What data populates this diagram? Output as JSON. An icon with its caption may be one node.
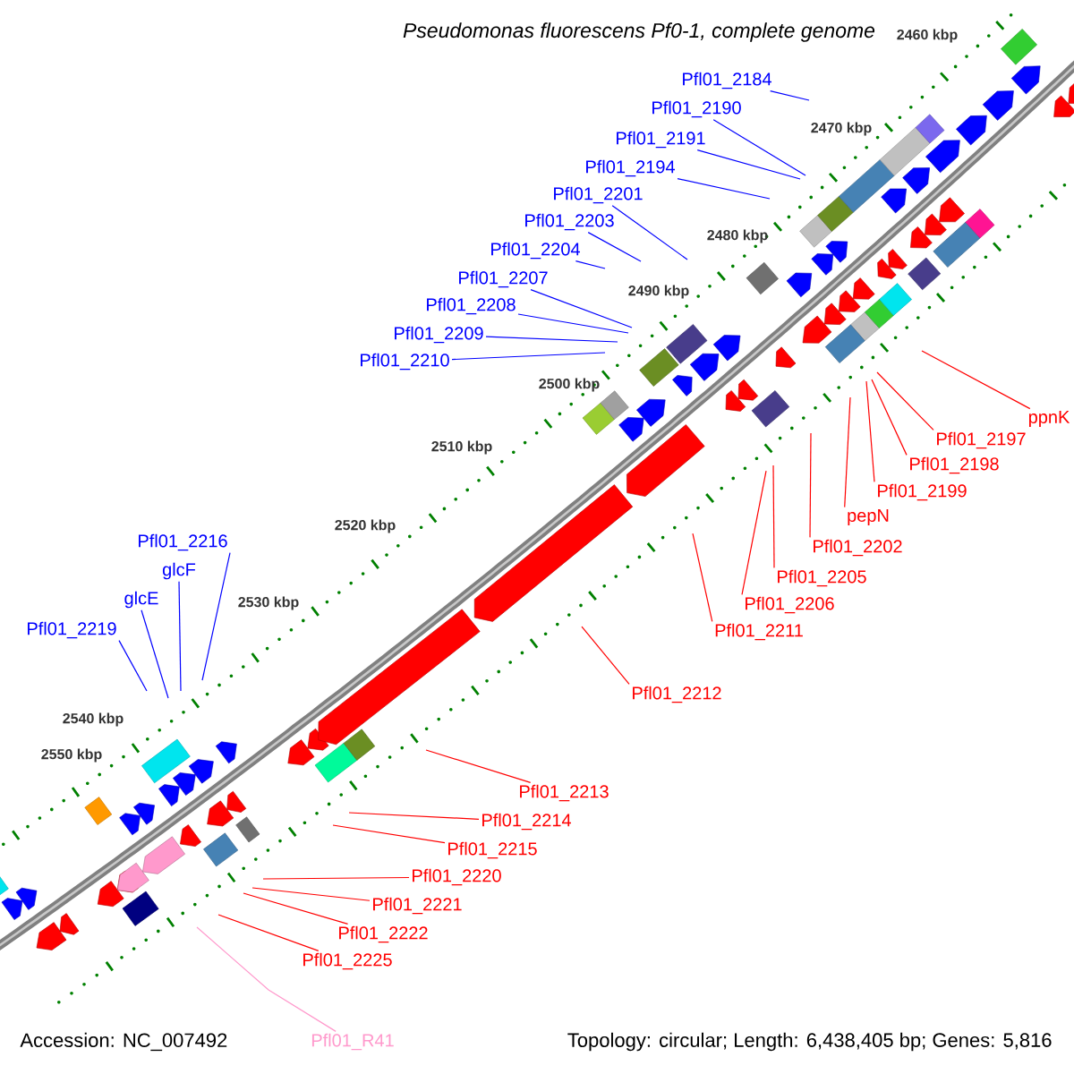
{
  "diagram": {
    "title": "Pseudomonas fluorescens Pf0-1, complete genome",
    "nodes": [
      {
        "text": [
          "Pfl01_2184"
        ]
      },
      {
        "text": [
          "Pfl01_2190"
        ]
      },
      {
        "text": [
          "Pfl01_2191"
        ]
      },
      {
        "text": [
          "Pfl01_2194"
        ]
      },
      {
        "text": [
          "Pfl01_2201"
        ]
      },
      {
        "text": [
          "Pfl01_2203"
        ]
      },
      {
        "text": [
          "Pfl01_2204"
        ]
      },
      {
        "text": [
          "Pfl01_2207"
        ]
      },
      {
        "text": [
          "Pfl01_2208"
        ]
      },
      {
        "text": [
          "Pfl01_2209"
        ]
      },
      {
        "text": [
          "Pfl01_2210"
        ]
      },
      {
        "text": [
          "Pfl01_2197"
        ]
      },
      {
        "text": [
          "Pfl01_2198"
        ]
      },
      {
        "text": [
          "ppnK"
        ]
      },
      {
        "text": [
          "Pfl01_2199"
        ]
      },
      {
        "text": [
          "pepN"
        ]
      },
      {
        "text": [
          "Pfl01_2202"
        ]
      },
      {
        "text": [
          "Pfl01_2205"
        ]
      },
      {
        "text": [
          "Pfl01_2206"
        ]
      },
      {
        "text": [
          "Pfl01_2211"
        ]
      },
      {
        "text": [
          "Pfl01_2212"
        ]
      },
      {
        "text": [
          "Pfl01_2216"
        ]
      },
      {
        "text": [
          "glcF"
        ]
      },
      {
        "text": [
          "glcE"
        ]
      },
      {
        "text": [
          "Pfl01_2219"
        ]
      },
      {
        "text": [
          "Pfl01_2213"
        ]
      },
      {
        "text": [
          "Pfl01_2214"
        ]
      },
      {
        "text": [
          "Pfl01_2215"
        ]
      },
      {
        "text": [
          "Pfl01_2220"
        ]
      },
      {
        "text": [
          "Pfl01_2221"
        ]
      },
      {
        "text": [
          "Pfl01_2222"
        ]
      },
      {
        "text": [
          "Pfl01_2225"
        ]
      },
      {
        "text": [
          "Pfl01_R41"
        ]
      }
    ],
    "edges": [
      {
        "from": 0,
        "to": null,
        "arrow": "none",
        "color": "#0000ff"
      },
      {
        "from": 1,
        "to": null,
        "arrow": "none",
        "color": "#0000ff"
      },
      {
        "from": 2,
        "to": null,
        "arrow": "none",
        "color": "#0000ff"
      },
      {
        "from": 3,
        "to": null,
        "arrow": "none",
        "color": "#0000ff"
      },
      {
        "from": 4,
        "to": null,
        "arrow": "none",
        "color": "#0000ff"
      },
      {
        "from": 5,
        "to": null,
        "arrow": "none",
        "color": "#0000ff"
      },
      {
        "from": 6,
        "to": null,
        "arrow": "none",
        "color": "#0000ff"
      },
      {
        "from": 7,
        "to": null,
        "arrow": "none",
        "color": "#0000ff"
      },
      {
        "from": 8,
        "to": null,
        "arrow": "none",
        "color": "#0000ff"
      },
      {
        "from": 9,
        "to": null,
        "arrow": "none",
        "color": "#0000ff"
      },
      {
        "from": 10,
        "to": null,
        "arrow": "none",
        "color": "#0000ff"
      },
      {
        "from": 11,
        "to": null,
        "arrow": "none"
      },
      {
        "from": 12,
        "to": null,
        "arrow": "none"
      },
      {
        "from": 13,
        "to": null,
        "arrow": "none"
      },
      {
        "from": 14,
        "to": null,
        "arrow": "none"
      },
      {
        "from": 15,
        "to": null,
        "arrow": "none"
      },
      {
        "from": 16,
        "to": null,
        "arrow": "none"
      },
      {
        "from": 17,
        "to": null,
        "arrow": "none"
      },
      {
        "from": 18,
        "to": null,
        "arrow": "none"
      },
      {
        "from": 19,
        "to": null,
        "arrow": "none"
      },
      {
        "from": 20,
        "to": null,
        "arrow": "none"
      },
      {
        "from": 21,
        "to": null,
        "arrow": "none",
        "color": "#0000ff"
      },
      {
        "from": 22,
        "to": null,
        "arrow": "none",
        "color": "#0000ff"
      },
      {
        "from": 23,
        "to": null,
        "arrow": "none",
        "color": "#0000ff"
      },
      {
        "from": 24,
        "to": null,
        "arrow": "none",
        "color": "#0000ff"
      },
      {
        "from": 25,
        "to": null,
        "arrow": "none"
      },
      {
        "from": 26,
        "to": null,
        "arrow": "none"
      },
      {
        "from": 27,
        "to": null,
        "arrow": "none"
      },
      {
        "from": 28,
        "to": null,
        "arrow": "none"
      },
      {
        "from": 29,
        "to": null,
        "arrow": "none"
      },
      {
        "from": 30,
        "to": null,
        "arrow": "none"
      },
      {
        "from": 31,
        "to": null,
        "arrow": "none"
      },
      {
        "from": 32,
        "to": null,
        "arrow": "none",
        "color": "#ff99cc"
      }
    ],
    "labels": [
      "2460 kbp",
      "2470 kbp",
      "2480 kbp",
      "2490 kbp",
      "2500 kbp",
      "2510 kbp",
      "2520 kbp",
      "2530 kbp",
      "2540 kbp",
      "2550 kbp",
      "Accession: NC_007492",
      "Topology: circular; Length: 6,438,405 bp; Genes: 5,816"
    ]
  }
}
